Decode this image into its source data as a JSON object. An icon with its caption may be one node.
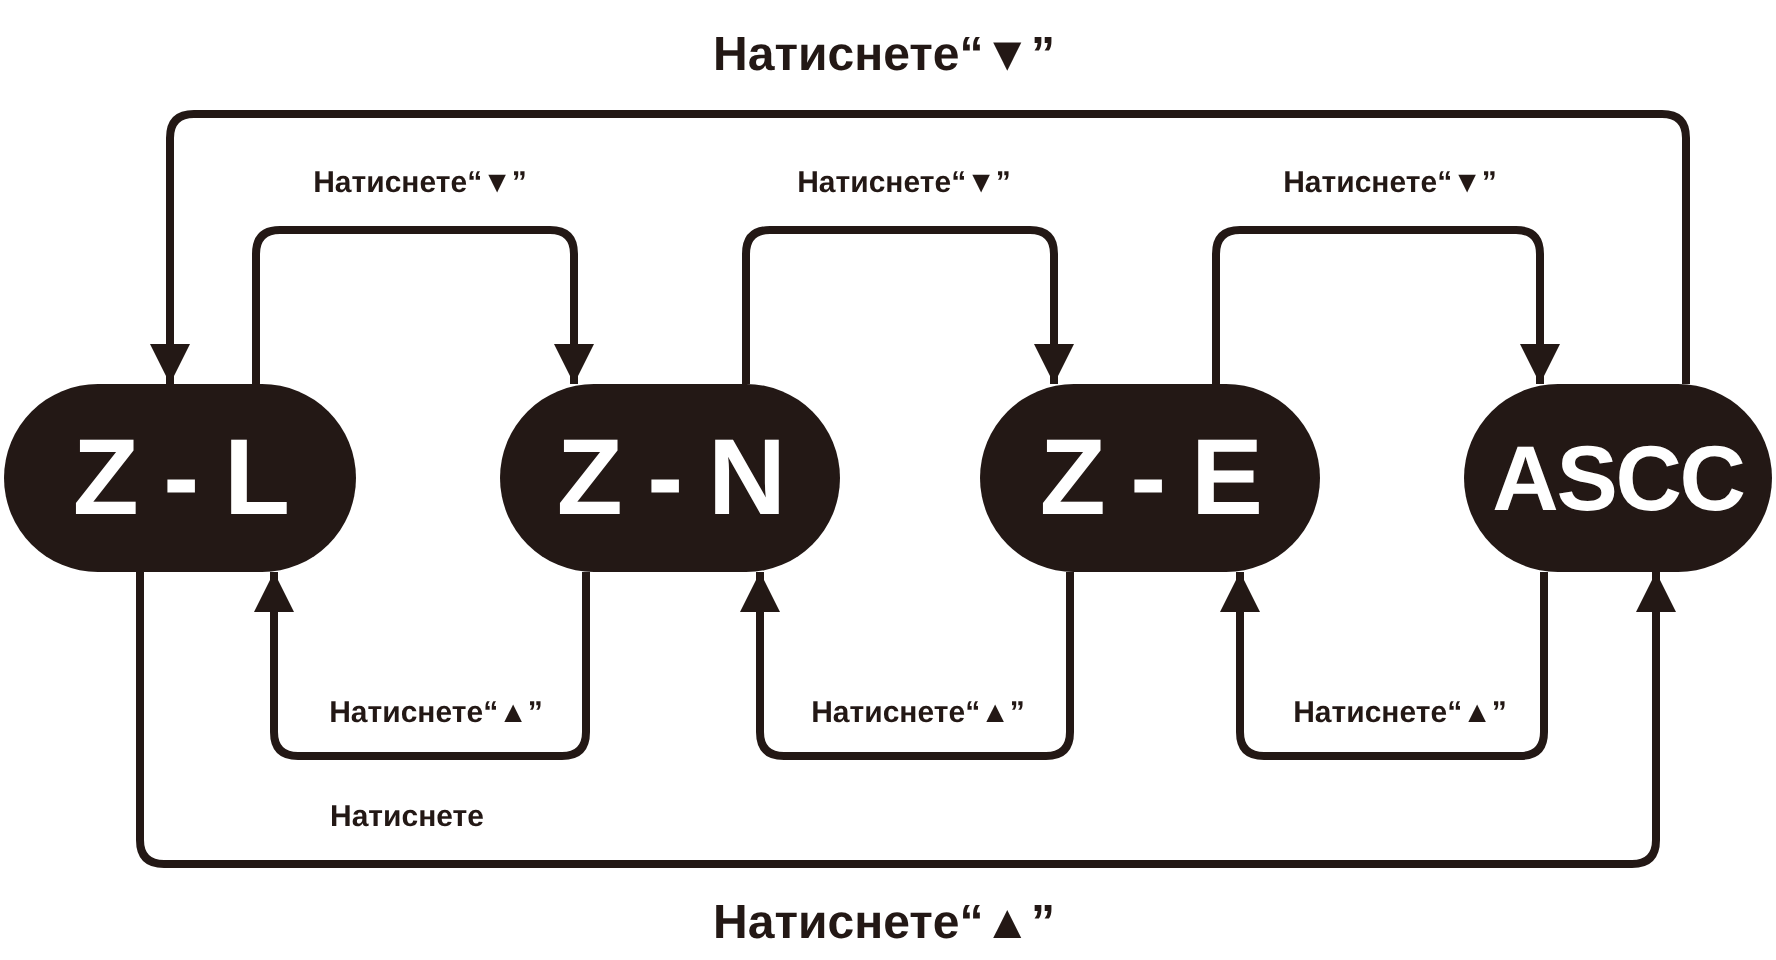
{
  "diagram": {
    "nodes": [
      {
        "text": [
          "Z - L"
        ]
      },
      {
        "text": [
          "Z - N"
        ]
      },
      {
        "text": [
          "Z - E"
        ]
      },
      {
        "text": [
          "ASCC"
        ]
      }
    ],
    "edges": [
      {
        "from": 0,
        "to": 1,
        "arrow": "to",
        "label": "Натиснете“▼”"
      },
      {
        "from": 1,
        "to": 2,
        "arrow": "to",
        "label": "Натиснете“▼”"
      },
      {
        "from": 2,
        "to": 3,
        "arrow": "to",
        "label": "Натиснете“▼”"
      },
      {
        "from": 3,
        "to": 0,
        "arrow": "to",
        "label": "Натиснете“▼”"
      },
      {
        "from": 1,
        "to": 0,
        "arrow": "to",
        "label": "Натиснете“▲”"
      },
      {
        "from": 2,
        "to": 1,
        "arrow": "to",
        "label": "Натиснете“▲”"
      },
      {
        "from": 3,
        "to": 2,
        "arrow": "to",
        "label": "Натиснете“▲”"
      },
      {
        "from": 0,
        "to": 3,
        "arrow": "to",
        "label": "Натиснете“▲”"
      }
    ],
    "labels": [
      "Натиснете"
    ]
  }
}
